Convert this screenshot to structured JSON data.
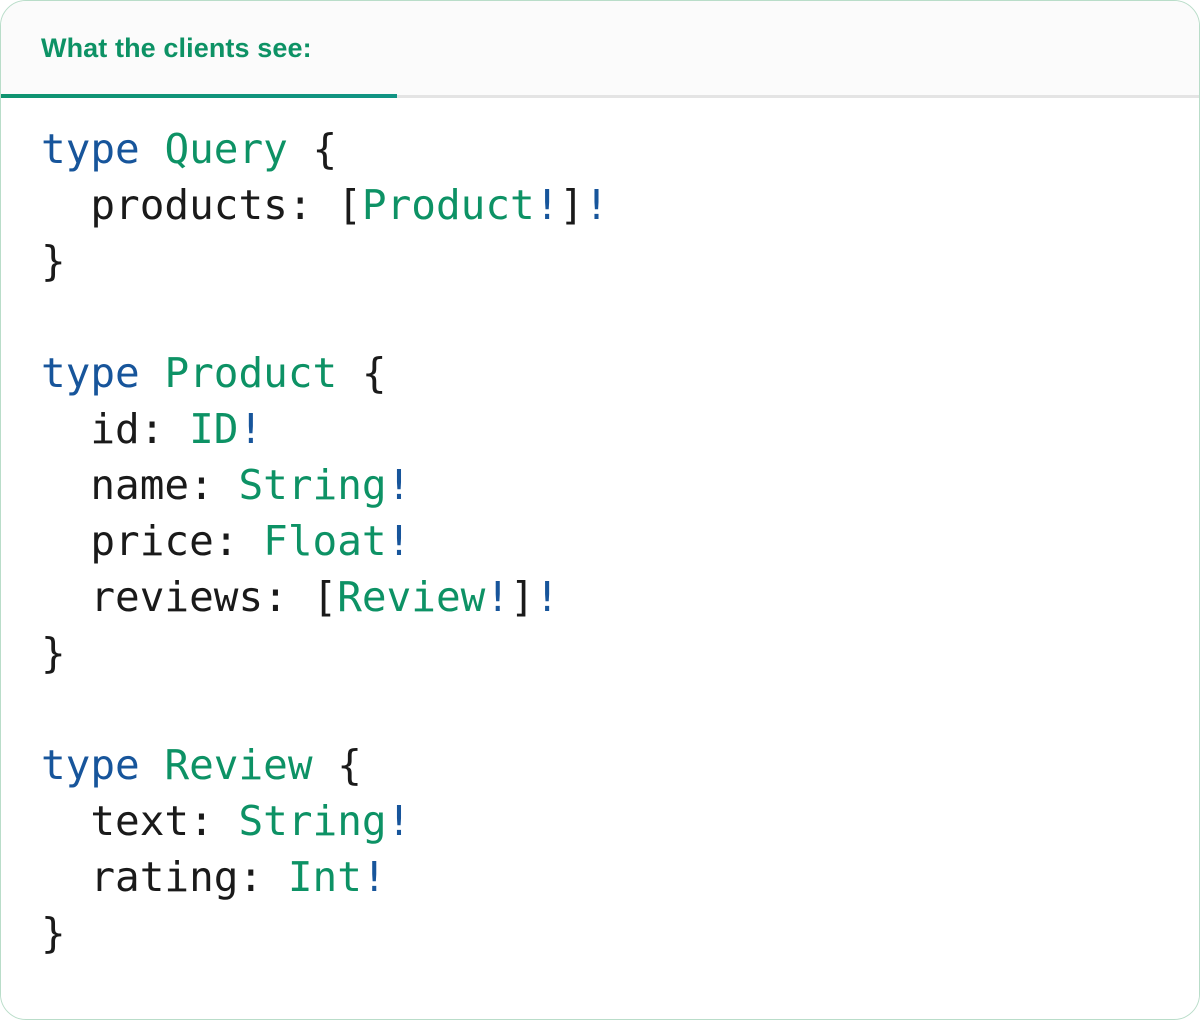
{
  "card": {
    "accent_green": "#0d9265",
    "accent_underline": "#12947f",
    "border_color": "#b9ddc9",
    "header_bg": "#fbfbfb",
    "body_bg": "#ffffff"
  },
  "header": {
    "tab_label": "What the clients see:",
    "tab_active": true
  },
  "syntax_colors": {
    "keyword": "#17559b",
    "type_name": "#0d9265",
    "field_name": "#1a1a1a",
    "punctuation": "#1a1a1a",
    "non_null_bang": "#17559b"
  },
  "code": {
    "language": "graphql",
    "raw": "type Query {\n  products: [Product!]!\n}\n\ntype Product {\n  id: ID!\n  name: String!\n  price: Float!\n  reviews: [Review!]!\n}\n\ntype Review {\n  text: String!\n  rating: Int!\n}",
    "lines": [
      {
        "index": 1,
        "text": "type Query {",
        "tokens": [
          {
            "t": "type",
            "k": "kw"
          },
          {
            "t": " ",
            "k": "plain"
          },
          {
            "t": "Query",
            "k": "type"
          },
          {
            "t": " {",
            "k": "punct"
          }
        ]
      },
      {
        "index": 2,
        "text": "  products: [Product!]!",
        "tokens": [
          {
            "t": "  products: [",
            "k": "plain"
          },
          {
            "t": "Product",
            "k": "type"
          },
          {
            "t": "!",
            "k": "bang"
          },
          {
            "t": "]",
            "k": "punct"
          },
          {
            "t": "!",
            "k": "bang"
          }
        ]
      },
      {
        "index": 3,
        "text": "}",
        "tokens": [
          {
            "t": "}",
            "k": "punct"
          }
        ]
      },
      {
        "index": 4,
        "text": "",
        "tokens": []
      },
      {
        "index": 5,
        "text": "type Product {",
        "tokens": [
          {
            "t": "type",
            "k": "kw"
          },
          {
            "t": " ",
            "k": "plain"
          },
          {
            "t": "Product",
            "k": "type"
          },
          {
            "t": " {",
            "k": "punct"
          }
        ]
      },
      {
        "index": 6,
        "text": "  id: ID!",
        "tokens": [
          {
            "t": "  id: ",
            "k": "plain"
          },
          {
            "t": "ID",
            "k": "type"
          },
          {
            "t": "!",
            "k": "bang"
          }
        ]
      },
      {
        "index": 7,
        "text": "  name: String!",
        "tokens": [
          {
            "t": "  name: ",
            "k": "plain"
          },
          {
            "t": "String",
            "k": "type"
          },
          {
            "t": "!",
            "k": "bang"
          }
        ]
      },
      {
        "index": 8,
        "text": "  price: Float!",
        "tokens": [
          {
            "t": "  price: ",
            "k": "plain"
          },
          {
            "t": "Float",
            "k": "type"
          },
          {
            "t": "!",
            "k": "bang"
          }
        ]
      },
      {
        "index": 9,
        "text": "  reviews: [Review!]!",
        "tokens": [
          {
            "t": "  reviews: [",
            "k": "plain"
          },
          {
            "t": "Review",
            "k": "type"
          },
          {
            "t": "!",
            "k": "bang"
          },
          {
            "t": "]",
            "k": "punct"
          },
          {
            "t": "!",
            "k": "bang"
          }
        ]
      },
      {
        "index": 10,
        "text": "}",
        "tokens": [
          {
            "t": "}",
            "k": "punct"
          }
        ]
      },
      {
        "index": 11,
        "text": "",
        "tokens": []
      },
      {
        "index": 12,
        "text": "type Review {",
        "tokens": [
          {
            "t": "type",
            "k": "kw"
          },
          {
            "t": " ",
            "k": "plain"
          },
          {
            "t": "Review",
            "k": "type"
          },
          {
            "t": " {",
            "k": "punct"
          }
        ]
      },
      {
        "index": 13,
        "text": "  text: String!",
        "tokens": [
          {
            "t": "  text: ",
            "k": "plain"
          },
          {
            "t": "String",
            "k": "type"
          },
          {
            "t": "!",
            "k": "bang"
          }
        ]
      },
      {
        "index": 14,
        "text": "  rating: Int!",
        "tokens": [
          {
            "t": "  rating: ",
            "k": "plain"
          },
          {
            "t": "Int",
            "k": "type"
          },
          {
            "t": "!",
            "k": "bang"
          }
        ]
      },
      {
        "index": 15,
        "text": "}",
        "tokens": [
          {
            "t": "}",
            "k": "punct"
          }
        ]
      }
    ]
  }
}
